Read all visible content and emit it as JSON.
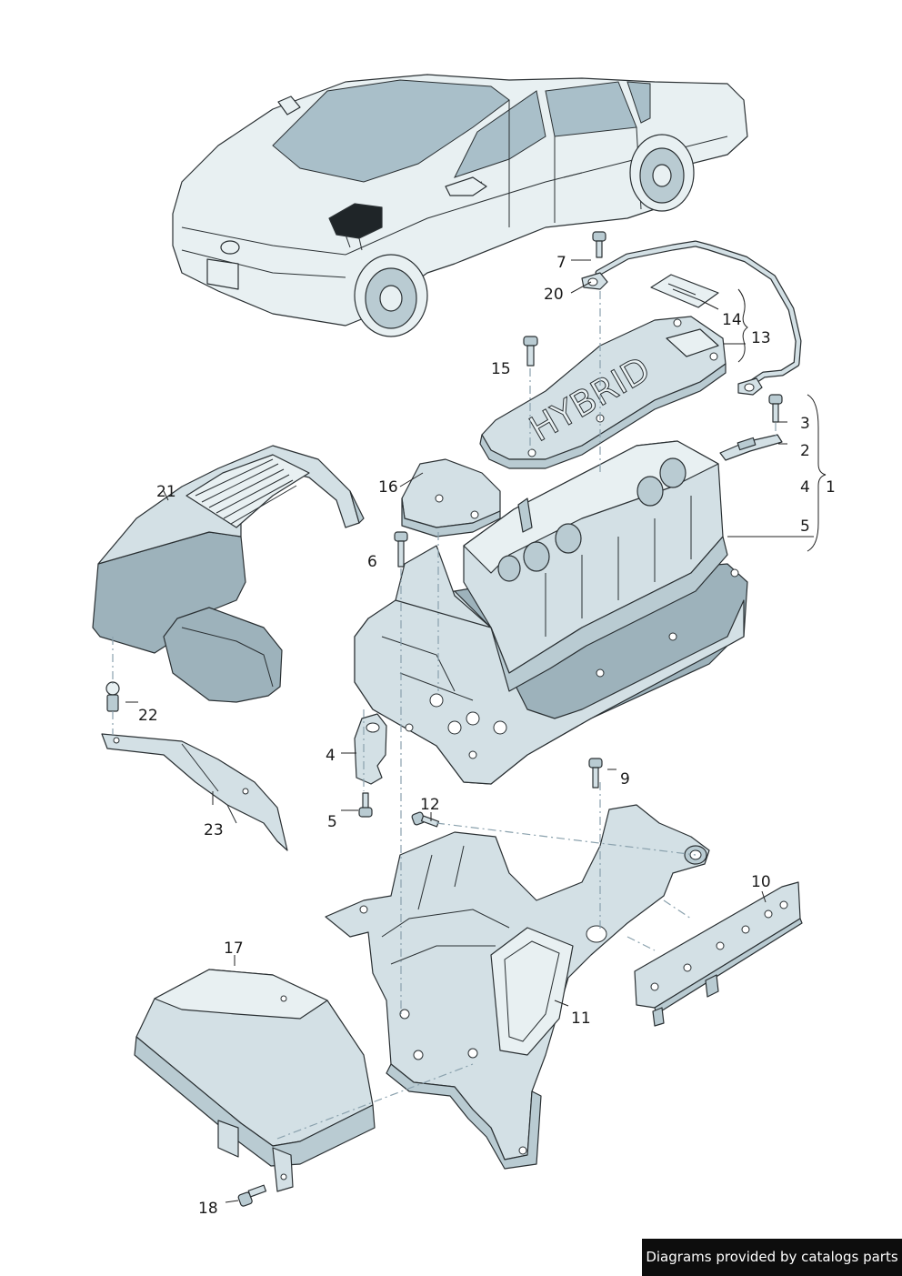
{
  "callouts": {
    "c1": "1",
    "c2": "2",
    "c3": "3",
    "c4a": "4",
    "c4b": "4",
    "c5a": "5",
    "c5b": "5",
    "c6": "6",
    "c7": "7",
    "c9": "9",
    "c10": "10",
    "c11": "11",
    "c12": "12",
    "c13": "13",
    "c14": "14",
    "c15": "15",
    "c16": "16",
    "c17": "17",
    "c18": "18",
    "c20": "20",
    "c21": "21",
    "c22": "22",
    "c23": "23"
  },
  "cover_text": "HYBRID",
  "credit": "Diagrams provided by catalogs parts",
  "colors": {
    "part_fill": "#d3e0e5",
    "part_shadow": "#9db2bb",
    "outline": "#2a3033",
    "leader_dash": "#8aa1ad",
    "credit_bg": "#0d0d0d"
  }
}
